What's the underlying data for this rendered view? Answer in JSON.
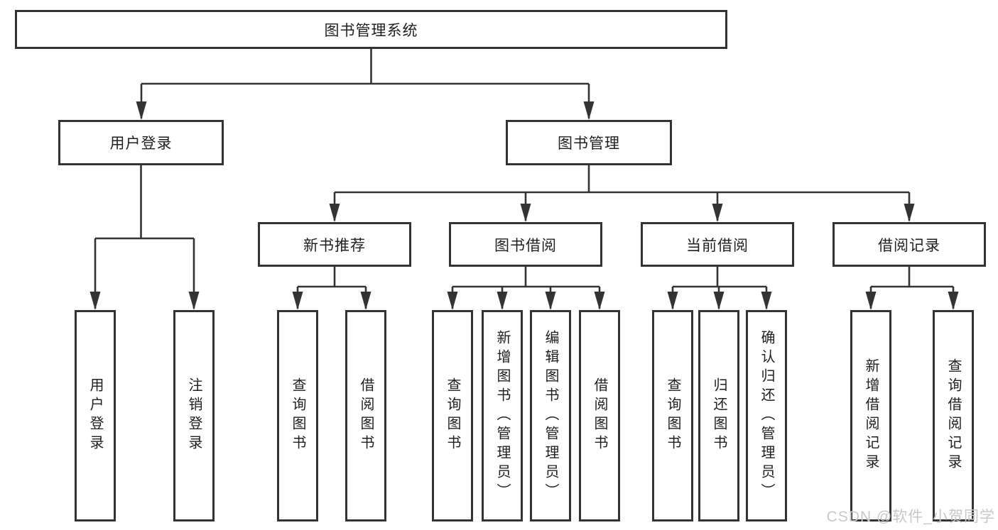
{
  "diagram": {
    "root": {
      "label": "图书管理系统"
    },
    "level2": [
      {
        "label": "用户登录"
      },
      {
        "label": "图书管理"
      }
    ],
    "level3": [
      {
        "label": "新书推荐"
      },
      {
        "label": "图书借阅"
      },
      {
        "label": "当前借阅"
      },
      {
        "label": "借阅记录"
      }
    ],
    "leaves": {
      "user": [
        "用户登录",
        "注销登录"
      ],
      "newbook": [
        "查询图书",
        "借阅图书"
      ],
      "borrow": [
        "查询图书",
        "新增图书（管理员）",
        "编辑图书（管理员）",
        "借阅图书"
      ],
      "current": [
        "查询图书",
        "归还图书",
        "确认归还（管理员）"
      ],
      "records": [
        "新增借阅记录",
        "查询借阅记录"
      ]
    }
  },
  "watermark": "CSDN @软件_小贺同学",
  "colors": {
    "line": "#333333",
    "box_border": "#333333",
    "box_fill": "#ffffff",
    "text": "#1f1f1f",
    "watermark": "#c8c8c8",
    "background": "#ffffff"
  }
}
